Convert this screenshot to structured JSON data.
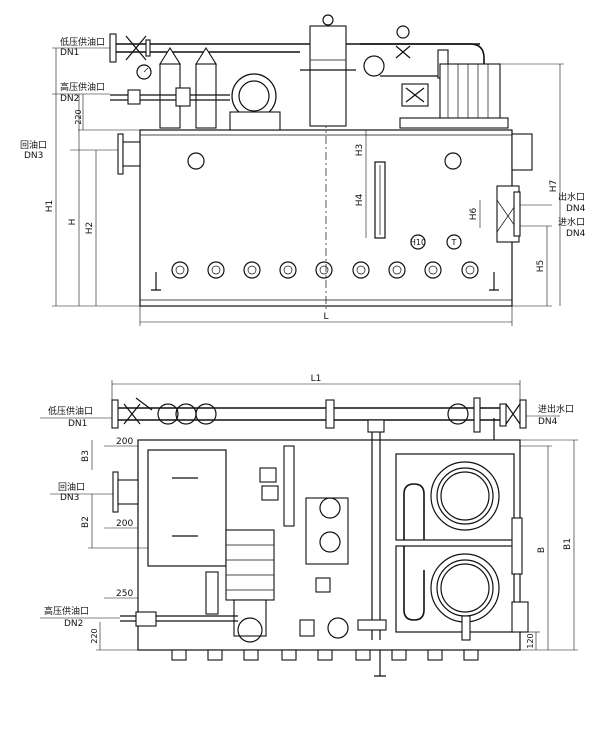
{
  "front": {
    "labels": {
      "low_pressure": "低压供油口",
      "low_pressure_dn": "DN1",
      "high_pressure": "高压供油口",
      "high_pressure_dn": "DN2",
      "return": "回油口",
      "return_dn": "DN3",
      "water_out": "出水口",
      "water_out_dn": "DN4",
      "water_in": "进水口",
      "water_in_dn": "DN4",
      "h10": "H10",
      "t": "T"
    },
    "dims": {
      "d220": "220",
      "h1": "H1",
      "h": "H",
      "h2": "H2",
      "h3": "H3",
      "h4": "H4",
      "h5": "H5",
      "h6": "H6",
      "h7": "H7",
      "l": "L"
    }
  },
  "top": {
    "labels": {
      "low_pressure": "低压供油口",
      "low_pressure_dn": "DN1",
      "return": "回油口",
      "return_dn": "DN3",
      "high_pressure": "高压供油口",
      "high_pressure_dn": "DN2",
      "water_inout": "进出水口",
      "water_inout_dn": "DN4"
    },
    "dims": {
      "l1": "L1",
      "b3": "B3",
      "d200a": "200",
      "b2": "B2",
      "d200b": "200",
      "d250": "250",
      "d220": "220",
      "b": "B",
      "b1": "B1",
      "d120": "120"
    }
  }
}
